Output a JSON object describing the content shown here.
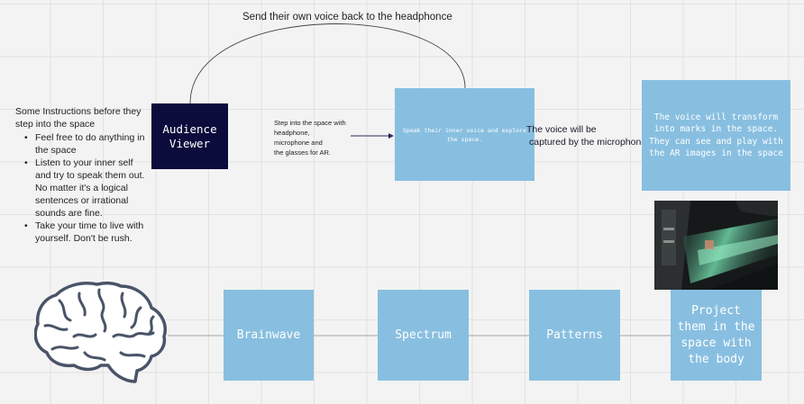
{
  "arc_label": "Send their own voice back to the headphonce",
  "instructions": {
    "intro": "Some Instructions before they step into the space",
    "items": [
      "Feel free to do anything in the space",
      "Listen to your inner self and try to speak them out. No matter it's a logical sentences or irrational sounds are fine.",
      "Take your time to live with yourself. Don't be rush."
    ]
  },
  "audience_box": "Audience Viewer",
  "step_text": {
    "l1": "Step into the space with",
    "l2": "headphone,",
    "l3": "microphone and",
    "l4": "the glasses for AR."
  },
  "speak_box": "Speak their inner voice and explore the space.",
  "captured": {
    "l1": "The voice will be",
    "l2": "captured by the microphone"
  },
  "transform_box": "The voice will transform into marks in the space. They can see and play with the AR images in the space",
  "flow": {
    "brainwave": "Brainwave",
    "spectrum": "Spectrum",
    "patterns": "Patterns",
    "project": "Project them in the space with the body"
  },
  "colors": {
    "dark_box": "#0b0b3c",
    "blue_box": "#88bfe0",
    "brain_fill": "#ffffff",
    "brain_stroke": "#4a5468"
  },
  "icons": {
    "brain": "brain-icon"
  }
}
